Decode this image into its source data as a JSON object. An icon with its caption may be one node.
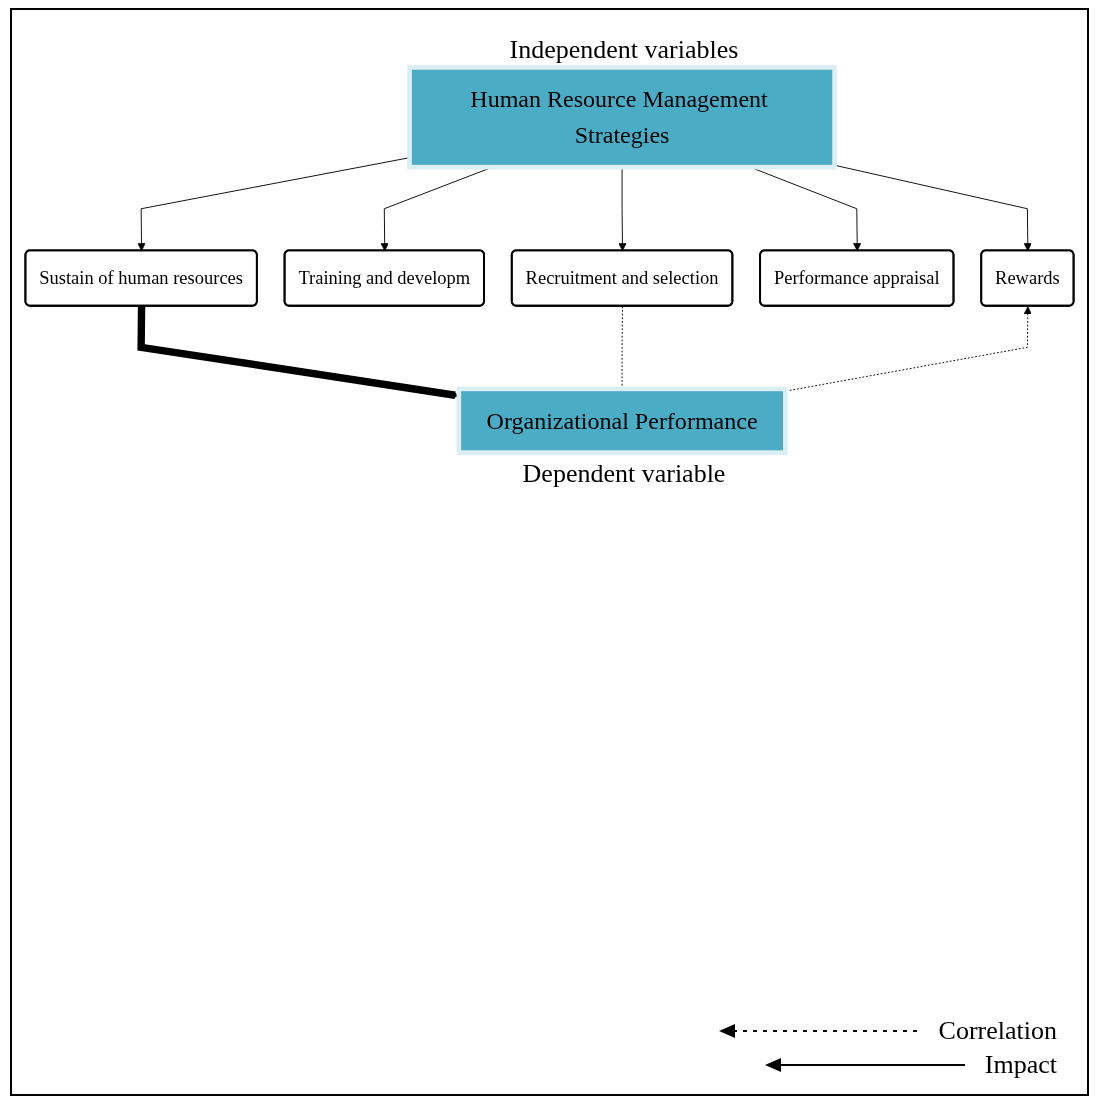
{
  "diagram": {
    "nodes": [
      {
        "text": [
          "Human Resource Management Strategies"
        ],
        "beside": [
          "Independent variables"
        ]
      },
      {
        "text": [
          "Recruitment and selection"
        ]
      },
      {
        "text": [
          "Training and developm"
        ]
      },
      {
        "text": [
          "Sustain of human resources"
        ]
      },
      {
        "text": [
          "Performance appraisal"
        ]
      },
      {
        "text": [
          "Rewards"
        ]
      },
      {
        "text": [
          "Organizational Performance"
        ],
        "beside": [
          "Dependent variable"
        ]
      }
    ],
    "edges": [
      {
        "from": 0,
        "to": 1,
        "arrow": "to"
      },
      {
        "from": 0,
        "to": 2,
        "arrow": "to"
      },
      {
        "from": 0,
        "to": 3,
        "arrow": "to"
      },
      {
        "from": 0,
        "to": 4,
        "arrow": "to"
      },
      {
        "from": 0,
        "to": 5,
        "arrow": "to"
      },
      {
        "from": 3,
        "to": 6,
        "arrow": "to",
        "style": "thick"
      },
      {
        "from": 6,
        "to": 1,
        "arrow": "none",
        "style": "dashed"
      },
      {
        "from": 6,
        "to": 5,
        "arrow": "to",
        "style": "dashed"
      }
    ],
    "legend": [
      {
        "text": "Correlation"
      },
      {
        "text": "Impact"
      }
    ]
  }
}
